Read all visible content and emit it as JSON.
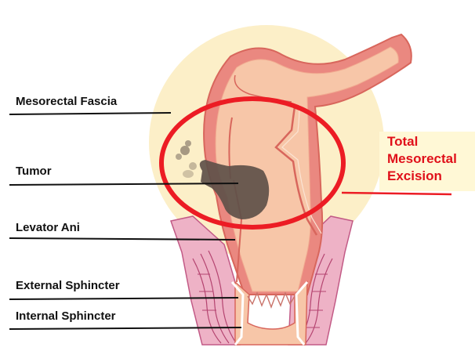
{
  "labels": {
    "mesorectal_fascia": "Mesorectal Fascia",
    "tumor": "Tumor",
    "levator_ani": "Levator Ani",
    "external_sphincter": "External Sphincter",
    "internal_sphincter": "Internal Sphincter"
  },
  "callout": {
    "line1": "Total",
    "line2": "Mesorectal",
    "line3": "Excision"
  },
  "colors": {
    "mesorectum_fat": "#fcefc8",
    "rectum_wall_outer": "#ea8880",
    "rectum_lumen": "#f7c6a8",
    "tumor": "#5e5049",
    "muscle": "#eeb2c6",
    "muscle_line": "#b44470",
    "excision_ring": "#ec1c24",
    "callout_bg": "#fff8d6"
  }
}
